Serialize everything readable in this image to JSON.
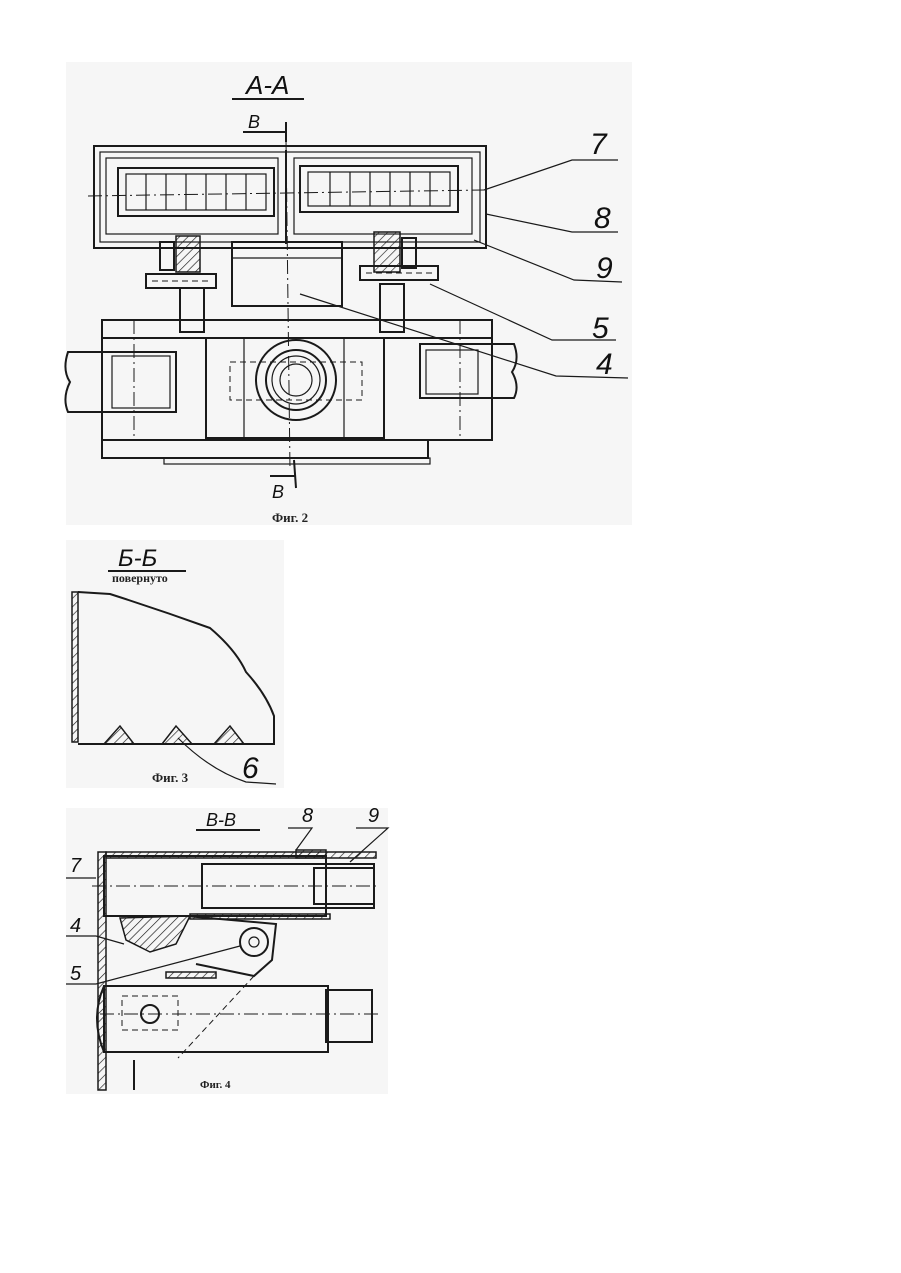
{
  "fig2": {
    "section_title": "А-А",
    "cut_top": "В",
    "cut_bottom": "В",
    "callouts": [
      "7",
      "8",
      "9",
      "5",
      "4"
    ],
    "caption": "Фиг. 2"
  },
  "fig3": {
    "section_title": "Б-Б",
    "subtitle": "повернуто",
    "callout": "6",
    "caption": "Фиг. 3"
  },
  "fig4": {
    "section_title": "В-В",
    "callouts_top": [
      "8",
      "9"
    ],
    "callouts_left": [
      "7",
      "4",
      "5"
    ],
    "caption": "Фиг. 4"
  }
}
